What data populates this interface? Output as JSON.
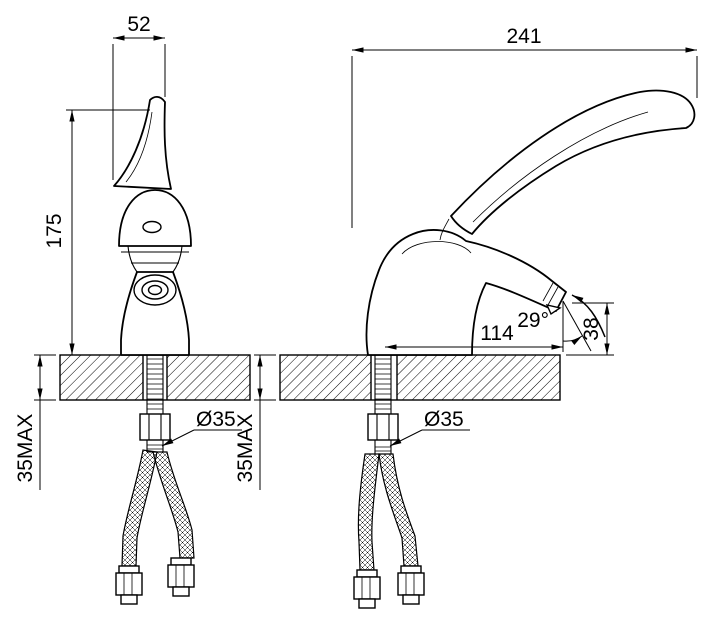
{
  "sheet": {
    "background": "#ffffff",
    "ink": "#000000",
    "subject": "single-lever medical faucet technical drawing, front and side views"
  },
  "front_view": {
    "dims": {
      "handle_width": "52",
      "body_height": "175",
      "deck_thickness_max": "35MAX",
      "mount_hole_diameter": "Ø35"
    }
  },
  "side_view": {
    "dims": {
      "overall_length": "241",
      "spout_reach": "114",
      "stream_angle": "29°",
      "outlet_height": "38",
      "deck_thickness_max": "35MAX",
      "mount_hole_diameter": "Ø35"
    }
  }
}
